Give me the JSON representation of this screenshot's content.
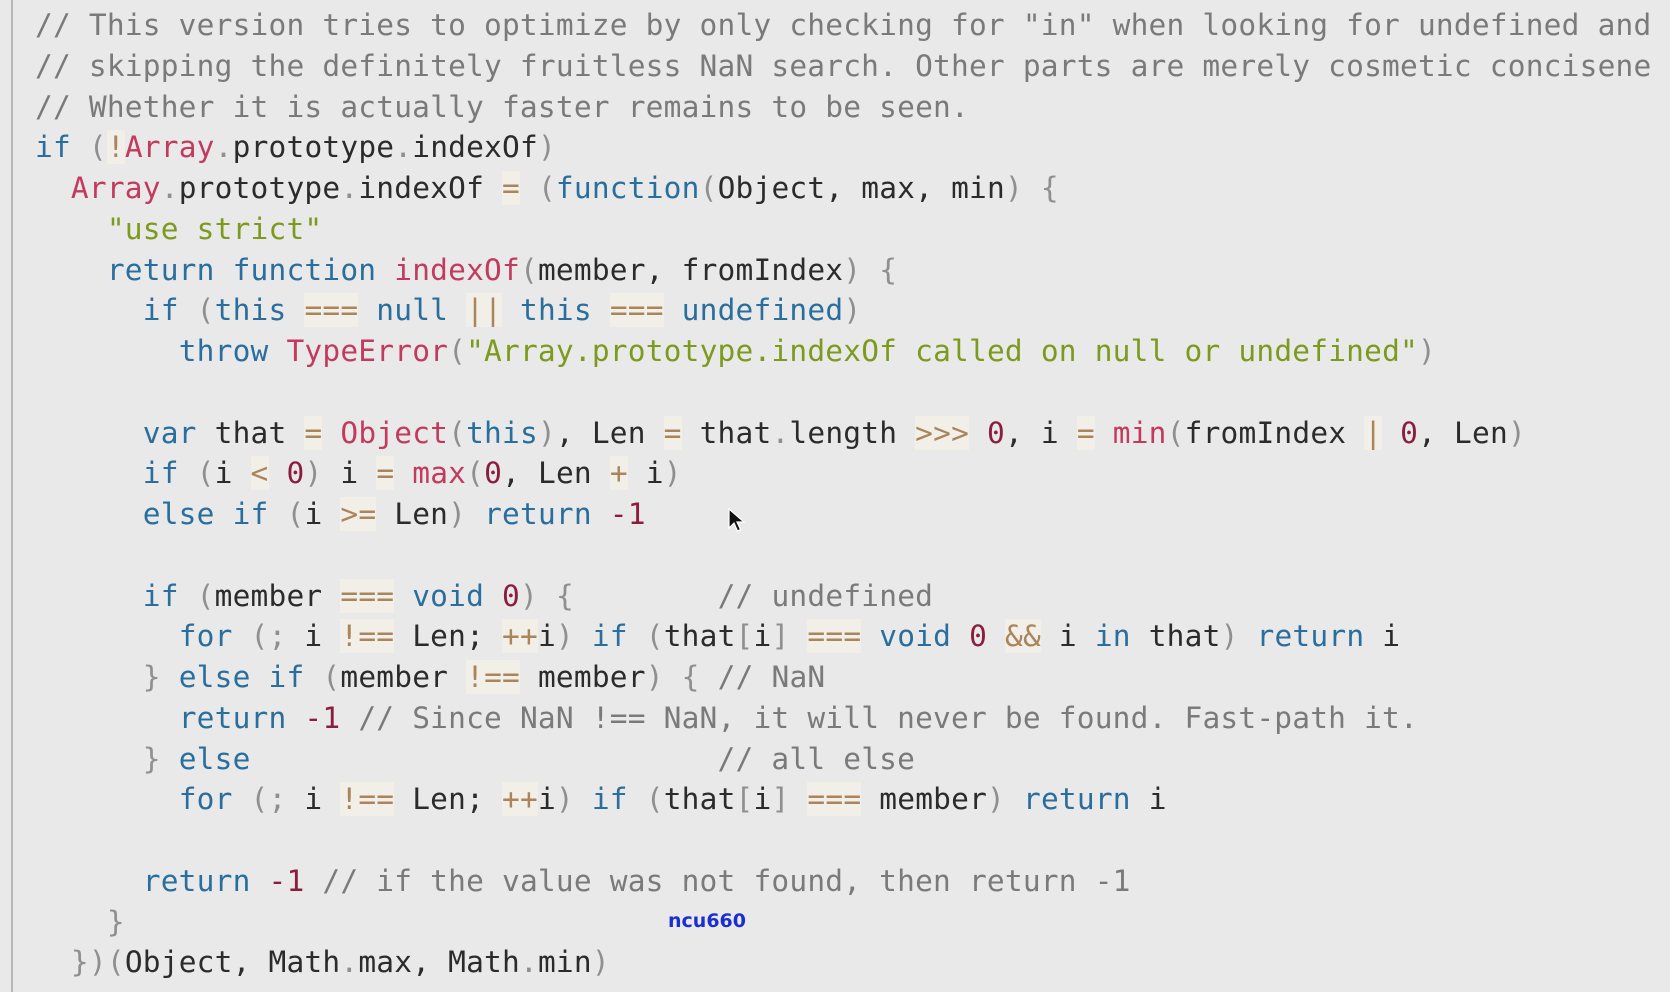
{
  "editor": {
    "lines": [
      [
        [
          "cm",
          "// This version tries to optimize by only checking for \"in\" when looking for undefined and"
        ]
      ],
      [
        [
          "cm",
          "// skipping the definitely fruitless NaN search. Other parts are merely cosmetic concisene"
        ]
      ],
      [
        [
          "cm",
          "// Whether it is actually faster remains to be seen."
        ]
      ],
      [
        [
          "kw",
          "if"
        ],
        [
          "x",
          " "
        ],
        [
          "p",
          "("
        ],
        [
          "op",
          "!"
        ],
        [
          "fn",
          "Array"
        ],
        [
          "p",
          "."
        ],
        [
          "x",
          "prototype"
        ],
        [
          "p",
          "."
        ],
        [
          "x",
          "indexOf"
        ],
        [
          "p",
          ")"
        ]
      ],
      [
        [
          "x",
          "  "
        ],
        [
          "fn",
          "Array"
        ],
        [
          "p",
          "."
        ],
        [
          "x",
          "prototype"
        ],
        [
          "p",
          "."
        ],
        [
          "x",
          "indexOf "
        ],
        [
          "op",
          "="
        ],
        [
          "x",
          " "
        ],
        [
          "p",
          "("
        ],
        [
          "kw",
          "function"
        ],
        [
          "p",
          "("
        ],
        [
          "x",
          "Object, max, min"
        ],
        [
          "p",
          ")"
        ],
        [
          "x",
          " "
        ],
        [
          "p",
          "{"
        ]
      ],
      [
        [
          "x",
          "    "
        ],
        [
          "str",
          "\"use strict\""
        ]
      ],
      [
        [
          "x",
          "    "
        ],
        [
          "kw",
          "return"
        ],
        [
          "x",
          " "
        ],
        [
          "kw",
          "function"
        ],
        [
          "x",
          " "
        ],
        [
          "fn",
          "indexOf"
        ],
        [
          "p",
          "("
        ],
        [
          "x",
          "member, fromIndex"
        ],
        [
          "p",
          ")"
        ],
        [
          "x",
          " "
        ],
        [
          "p",
          "{"
        ]
      ],
      [
        [
          "x",
          "      "
        ],
        [
          "kw",
          "if"
        ],
        [
          "x",
          " "
        ],
        [
          "p",
          "("
        ],
        [
          "kw",
          "this"
        ],
        [
          "x",
          " "
        ],
        [
          "op",
          "==="
        ],
        [
          "x",
          " "
        ],
        [
          "kw",
          "null"
        ],
        [
          "x",
          " "
        ],
        [
          "op",
          "||"
        ],
        [
          "x",
          " "
        ],
        [
          "kw",
          "this"
        ],
        [
          "x",
          " "
        ],
        [
          "op",
          "==="
        ],
        [
          "x",
          " "
        ],
        [
          "kw",
          "undefined"
        ],
        [
          "p",
          ")"
        ]
      ],
      [
        [
          "x",
          "        "
        ],
        [
          "kw",
          "throw"
        ],
        [
          "x",
          " "
        ],
        [
          "fn",
          "TypeError"
        ],
        [
          "p",
          "("
        ],
        [
          "str",
          "\"Array.prototype.indexOf called on null or undefined\""
        ],
        [
          "p",
          ")"
        ]
      ],
      [],
      [
        [
          "x",
          "      "
        ],
        [
          "kw",
          "var"
        ],
        [
          "x",
          " that "
        ],
        [
          "op",
          "="
        ],
        [
          "x",
          " "
        ],
        [
          "fn",
          "Object"
        ],
        [
          "p",
          "("
        ],
        [
          "kw",
          "this"
        ],
        [
          "p",
          ")"
        ],
        [
          "x",
          ", Len "
        ],
        [
          "op",
          "="
        ],
        [
          "x",
          " that"
        ],
        [
          "p",
          "."
        ],
        [
          "x",
          "length "
        ],
        [
          "op",
          ">>>"
        ],
        [
          "x",
          " "
        ],
        [
          "num",
          "0"
        ],
        [
          "x",
          ", i "
        ],
        [
          "op",
          "="
        ],
        [
          "x",
          " "
        ],
        [
          "fn",
          "min"
        ],
        [
          "p",
          "("
        ],
        [
          "x",
          "fromIndex "
        ],
        [
          "op",
          "|"
        ],
        [
          "x",
          " "
        ],
        [
          "num",
          "0"
        ],
        [
          "x",
          ", Len"
        ],
        [
          "p",
          ")"
        ]
      ],
      [
        [
          "x",
          "      "
        ],
        [
          "kw",
          "if"
        ],
        [
          "x",
          " "
        ],
        [
          "p",
          "("
        ],
        [
          "x",
          "i "
        ],
        [
          "op",
          "<"
        ],
        [
          "x",
          " "
        ],
        [
          "num",
          "0"
        ],
        [
          "p",
          ")"
        ],
        [
          "x",
          " i "
        ],
        [
          "op",
          "="
        ],
        [
          "x",
          " "
        ],
        [
          "fn",
          "max"
        ],
        [
          "p",
          "("
        ],
        [
          "num",
          "0"
        ],
        [
          "x",
          ", Len "
        ],
        [
          "op",
          "+"
        ],
        [
          "x",
          " i"
        ],
        [
          "p",
          ")"
        ]
      ],
      [
        [
          "x",
          "      "
        ],
        [
          "kw",
          "else if"
        ],
        [
          "x",
          " "
        ],
        [
          "p",
          "("
        ],
        [
          "x",
          "i "
        ],
        [
          "op",
          ">="
        ],
        [
          "x",
          " Len"
        ],
        [
          "p",
          ")"
        ],
        [
          "x",
          " "
        ],
        [
          "kw",
          "return"
        ],
        [
          "x",
          " "
        ],
        [
          "num",
          "-1"
        ]
      ],
      [],
      [
        [
          "x",
          "      "
        ],
        [
          "kw",
          "if"
        ],
        [
          "x",
          " "
        ],
        [
          "p",
          "("
        ],
        [
          "x",
          "member "
        ],
        [
          "op",
          "==="
        ],
        [
          "x",
          " "
        ],
        [
          "kw",
          "void"
        ],
        [
          "x",
          " "
        ],
        [
          "num",
          "0"
        ],
        [
          "p",
          ")"
        ],
        [
          "x",
          " "
        ],
        [
          "p",
          "{"
        ],
        [
          "x",
          "        "
        ],
        [
          "cm",
          "// undefined"
        ]
      ],
      [
        [
          "x",
          "        "
        ],
        [
          "kw",
          "for"
        ],
        [
          "x",
          " "
        ],
        [
          "p",
          "(;"
        ],
        [
          "x",
          " i "
        ],
        [
          "op",
          "!=="
        ],
        [
          "x",
          " Len; "
        ],
        [
          "op",
          "++"
        ],
        [
          "x",
          "i"
        ],
        [
          "p",
          ")"
        ],
        [
          "x",
          " "
        ],
        [
          "kw",
          "if"
        ],
        [
          "x",
          " "
        ],
        [
          "p",
          "("
        ],
        [
          "x",
          "that"
        ],
        [
          "p",
          "["
        ],
        [
          "x",
          "i"
        ],
        [
          "p",
          "]"
        ],
        [
          "x",
          " "
        ],
        [
          "op",
          "==="
        ],
        [
          "x",
          " "
        ],
        [
          "kw",
          "void"
        ],
        [
          "x",
          " "
        ],
        [
          "num",
          "0"
        ],
        [
          "x",
          " "
        ],
        [
          "op",
          "&&"
        ],
        [
          "x",
          " i "
        ],
        [
          "kw",
          "in"
        ],
        [
          "x",
          " that"
        ],
        [
          "p",
          ")"
        ],
        [
          "x",
          " "
        ],
        [
          "kw",
          "return"
        ],
        [
          "x",
          " i"
        ]
      ],
      [
        [
          "x",
          "      "
        ],
        [
          "p",
          "}"
        ],
        [
          "x",
          " "
        ],
        [
          "kw",
          "else if"
        ],
        [
          "x",
          " "
        ],
        [
          "p",
          "("
        ],
        [
          "x",
          "member "
        ],
        [
          "op",
          "!=="
        ],
        [
          "x",
          " member"
        ],
        [
          "p",
          ")"
        ],
        [
          "x",
          " "
        ],
        [
          "p",
          "{"
        ],
        [
          "x",
          " "
        ],
        [
          "cm",
          "// NaN"
        ]
      ],
      [
        [
          "x",
          "        "
        ],
        [
          "kw",
          "return"
        ],
        [
          "x",
          " "
        ],
        [
          "num",
          "-1"
        ],
        [
          "x",
          " "
        ],
        [
          "cm",
          "// Since NaN !== NaN, it will never be found. Fast-path it."
        ]
      ],
      [
        [
          "x",
          "      "
        ],
        [
          "p",
          "}"
        ],
        [
          "x",
          " "
        ],
        [
          "kw",
          "else"
        ],
        [
          "x",
          "                          "
        ],
        [
          "cm",
          "// all else"
        ]
      ],
      [
        [
          "x",
          "        "
        ],
        [
          "kw",
          "for"
        ],
        [
          "x",
          " "
        ],
        [
          "p",
          "(;"
        ],
        [
          "x",
          " i "
        ],
        [
          "op",
          "!=="
        ],
        [
          "x",
          " Len; "
        ],
        [
          "op",
          "++"
        ],
        [
          "x",
          "i"
        ],
        [
          "p",
          ")"
        ],
        [
          "x",
          " "
        ],
        [
          "kw",
          "if"
        ],
        [
          "x",
          " "
        ],
        [
          "p",
          "("
        ],
        [
          "x",
          "that"
        ],
        [
          "p",
          "["
        ],
        [
          "x",
          "i"
        ],
        [
          "p",
          "]"
        ],
        [
          "x",
          " "
        ],
        [
          "op",
          "==="
        ],
        [
          "x",
          " member"
        ],
        [
          "p",
          ")"
        ],
        [
          "x",
          " "
        ],
        [
          "kw",
          "return"
        ],
        [
          "x",
          " i"
        ]
      ],
      [],
      [
        [
          "x",
          "      "
        ],
        [
          "kw",
          "return"
        ],
        [
          "x",
          " "
        ],
        [
          "num",
          "-1"
        ],
        [
          "x",
          " "
        ],
        [
          "cm",
          "// if the value was not found, then return -1"
        ]
      ],
      [
        [
          "x",
          "    "
        ],
        [
          "p",
          "}"
        ]
      ],
      [
        [
          "x",
          "  "
        ],
        [
          "p",
          "})"
        ],
        [
          "p",
          "("
        ],
        [
          "x",
          "Object, Math"
        ],
        [
          "p",
          "."
        ],
        [
          "x",
          "max, Math"
        ],
        [
          "p",
          "."
        ],
        [
          "x",
          "min"
        ],
        [
          "p",
          ")"
        ]
      ]
    ]
  },
  "watermark": "ncu660",
  "colors": {
    "keyword": "#2a6e9e",
    "builtin": "#c23b5e",
    "string": "#7c9a1e",
    "operator": "#a9855b",
    "number": "#8b1e3f",
    "comment": "#7a7a7a",
    "background": "#e9e9e9"
  }
}
